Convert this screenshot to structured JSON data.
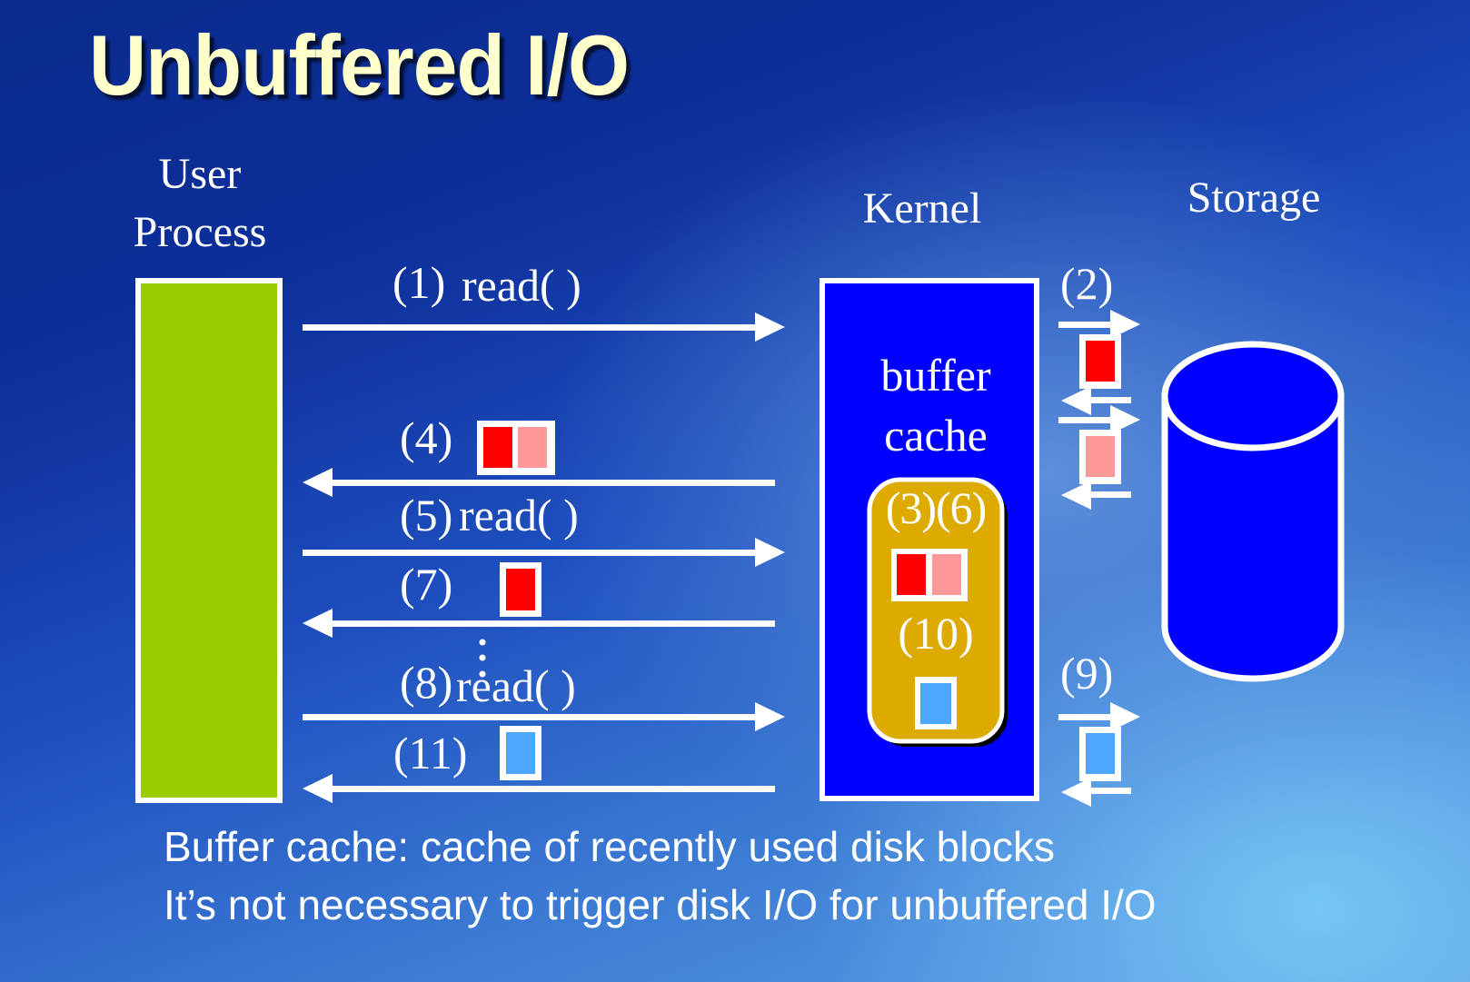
{
  "slide": {
    "title": "Unbuffered I/O"
  },
  "columns": {
    "user_process": {
      "line1": "User",
      "line2": "Process"
    },
    "kernel": "Kernel",
    "storage": "Storage"
  },
  "kernel_box": {
    "label_line1": "buffer",
    "label_line2": "cache",
    "cache_steps_top": "(3)(6)",
    "cache_steps_bottom": "(10)"
  },
  "steps": {
    "s1": "(1)",
    "s1_call": "read( )",
    "s2": "(2)",
    "s4": "(4)",
    "s5": "(5)",
    "s5_call": "read( )",
    "s7": "(7)",
    "s8": "(8)",
    "s8_call": "read( )",
    "s9": "(9)",
    "s11": "(11)"
  },
  "colors": {
    "user_process_fill": "#99cc00",
    "kernel_fill": "#0000ff",
    "cache_fill": "#ddaa00",
    "storage_fill": "#0000ff",
    "block_red": "#ff0000",
    "block_pink": "#ff9999",
    "block_blue": "#4da6ff",
    "title_color": "#ffffcc"
  },
  "footer": {
    "line1": "Buffer cache: cache of recently used disk blocks",
    "line2": "It’s not necessary to trigger disk I/O for unbuffered I/O"
  }
}
